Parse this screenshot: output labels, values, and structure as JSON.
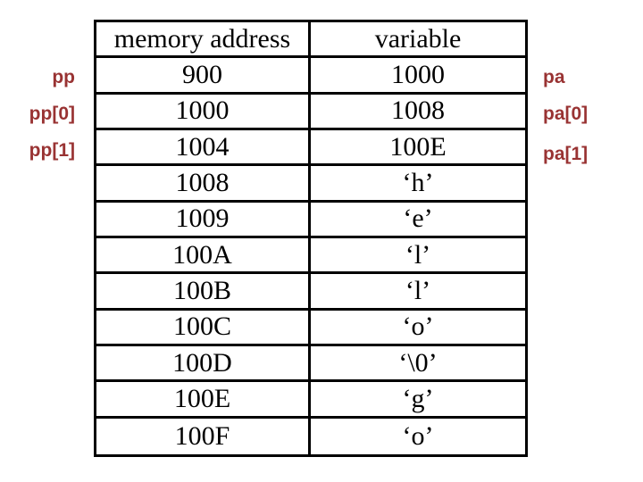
{
  "table": {
    "headers": [
      "memory address",
      "variable"
    ],
    "rows": [
      {
        "address": "900",
        "value": "1000"
      },
      {
        "address": "1000",
        "value": "1008"
      },
      {
        "address": "1004",
        "value": "100E"
      },
      {
        "address": "1008",
        "value": "‘h’"
      },
      {
        "address": "1009",
        "value": "‘e’"
      },
      {
        "address": "100A",
        "value": "‘l’"
      },
      {
        "address": "100B",
        "value": "‘l’"
      },
      {
        "address": "100C",
        "value": "‘o’"
      },
      {
        "address": "100D",
        "value": "‘\\0’"
      },
      {
        "address": "100E",
        "value": "‘g’"
      },
      {
        "address": "100F",
        "value": "‘o’"
      }
    ]
  },
  "labels": {
    "pp": "pp",
    "pp0": "pp[0]",
    "pp1": "pp[1]",
    "pa": "pa",
    "pa0": "pa[0]",
    "pa1": "pa[1]"
  },
  "colors": {
    "label_text": "#993333",
    "table_border": "#000000",
    "table_text": "#000000",
    "background": "#ffffff"
  }
}
